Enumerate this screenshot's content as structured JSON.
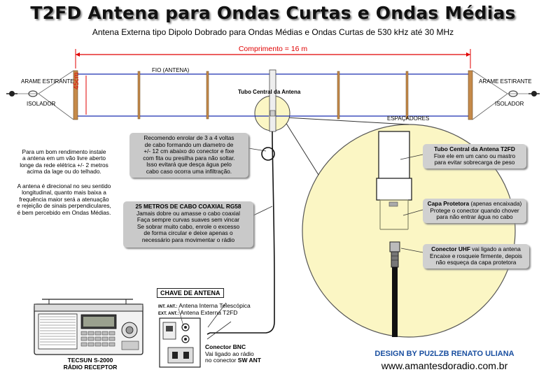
{
  "header": {
    "title": "T2FD Antena para Ondas Curtas e Ondas Médias",
    "subtitle": "Antena Externa tipo Dipolo Dobrado para Ondas Médias e Ondas Curtas de 530 kHz até 30 MHz"
  },
  "antenna": {
    "length_label": "Comprimento = 16 m",
    "wire_label": "FIO (ANTENA)",
    "tube_label": "Tubo Central da Antena",
    "spacers_label": "ESPAÇADORES",
    "height_label": "45cm",
    "left_wire_label": "ARAME ESTIRANTE",
    "left_insulator_label": "ISOLADOR",
    "right_wire_label": "ARAME ESTIRANTE",
    "right_insulator_label": "ISOLADOR"
  },
  "notes": {
    "coil_note": [
      "Recomendo enrolar de 3 a 4 voltas",
      "de cabo formando um diametro de",
      "+/- 12 cm abaixo do conector e fixe",
      "com fita ou presilha para não soltar.",
      "Isso evitará que desça água pelo",
      "cabo caso ocorra uma infiltração."
    ],
    "cable_title": "25 METROS DE CABO COAXIAL RG58",
    "cable_note": [
      "Jamais dobre ou amasse o cabo coaxial",
      "Faça sempre curvas suaves sem vincar",
      "Se sobrar muito cabo, enrole o excesso",
      "de forma circular e deixe apenas o",
      "necessário para movimentar o rádio"
    ],
    "left_note_1": [
      "Para um bom rendimento instale",
      "a antena em um vão livre aberto",
      "longe da rede elétrica +/- 2 metros",
      "acima da lage ou do telhado."
    ],
    "left_note_2": [
      "A antena é direcional no seu sentido",
      "longitudinal, quanto mais baixa a",
      "frequência maior será a atenuação",
      "e rejeição de sinais perpendiculares,",
      "é bem percebido em Ondas Médias."
    ]
  },
  "detail": {
    "tube_title": "Tubo Central da Antena T2FD",
    "tube_text": [
      "Fixe ele em um cano ou mastro",
      "para evitar sobrecarga de peso"
    ],
    "cap_title": "Capa Protetora",
    "cap_title_suffix": " (apenas encaixada)",
    "cap_text": [
      "Protege o conector quando chover",
      "para não entrar água no cabo"
    ],
    "uhf_title": "Conector UHF",
    "uhf_title_suffix": " vai ligado a antena",
    "uhf_text": [
      "Encaixe e rosqueie firmente, depois",
      "não esqueça da capa protetora"
    ]
  },
  "switch": {
    "title": "CHAVE DE ANTENA",
    "int_code": "INT. ANT.:",
    "int_text": "Antena Interna Telescópica",
    "ext_code": "EXT. ANT.:",
    "ext_text": "Antena Externa T2FD"
  },
  "bnc": {
    "title": "Conector BNC",
    "text": [
      "Vai ligado ao rádio",
      "no conector "
    ],
    "port": "SW ANT"
  },
  "radio": {
    "model": "TECSUN S-2000",
    "type": "RÁDIO RECEPTOR"
  },
  "credits": {
    "design": "DESIGN BY PU2LZB RENATO ULIANA",
    "site": "www.amantesdoradio.com.br"
  },
  "colors": {
    "length_line": "#e00000",
    "wire": "#1a2fb0",
    "highlight": "#fbf6c4",
    "credit": "#1a4fa0"
  }
}
